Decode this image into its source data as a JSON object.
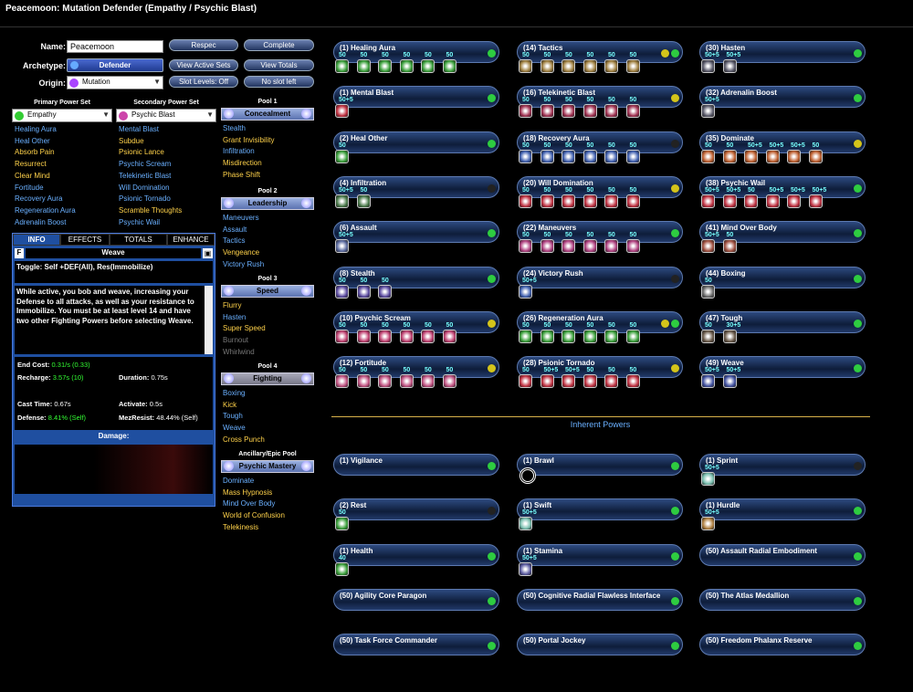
{
  "window": {
    "title": "Peacemoon: Mutation Defender (Empathy / Psychic Blast)"
  },
  "form": {
    "name_label": "Name:",
    "name_value": "Peacemoon",
    "archetype_label": "Archetype:",
    "archetype_value": "Defender",
    "origin_label": "Origin:",
    "origin_value": "Mutation",
    "respec": "Respec",
    "complete": "Complete",
    "view_active_sets": "View Active Sets",
    "view_totals": "View Totals",
    "slot_levels": "Slot Levels: Off",
    "no_slot_left": "No slot left"
  },
  "primary": {
    "header": "Primary Power Set",
    "selected": "Empathy",
    "powers": [
      {
        "name": "Healing Aura",
        "color": "#6ab0ff"
      },
      {
        "name": "Heal Other",
        "color": "#6ab0ff"
      },
      {
        "name": "Absorb Pain",
        "color": "#ffd24a"
      },
      {
        "name": "Resurrect",
        "color": "#ffd24a"
      },
      {
        "name": "Clear Mind",
        "color": "#ffd24a"
      },
      {
        "name": "Fortitude",
        "color": "#6ab0ff"
      },
      {
        "name": "Recovery Aura",
        "color": "#6ab0ff"
      },
      {
        "name": "Regeneration Aura",
        "color": "#6ab0ff"
      },
      {
        "name": "Adrenalin Boost",
        "color": "#6ab0ff"
      }
    ]
  },
  "secondary": {
    "header": "Secondary Power Set",
    "selected": "Psychic Blast",
    "powers": [
      {
        "name": "Mental Blast",
        "color": "#6ab0ff"
      },
      {
        "name": "Subdue",
        "color": "#ffd24a"
      },
      {
        "name": "Psionic Lance",
        "color": "#ffd24a"
      },
      {
        "name": "Psychic Scream",
        "color": "#6ab0ff"
      },
      {
        "name": "Telekinetic Blast",
        "color": "#6ab0ff"
      },
      {
        "name": "Will Domination",
        "color": "#6ab0ff"
      },
      {
        "name": "Psionic Tornado",
        "color": "#6ab0ff"
      },
      {
        "name": "Scramble Thoughts",
        "color": "#ffd24a"
      },
      {
        "name": "Psychic Wail",
        "color": "#6ab0ff"
      }
    ]
  },
  "pools": [
    {
      "title": "Pool 1",
      "name": "Concealment",
      "powers": [
        {
          "name": "Stealth",
          "color": "#6ab0ff"
        },
        {
          "name": "Grant Invisibility",
          "color": "#ffd24a"
        },
        {
          "name": "Infiltration",
          "color": "#6ab0ff"
        },
        {
          "name": "Misdirection",
          "color": "#ffd24a"
        },
        {
          "name": "Phase Shift",
          "color": "#ffd24a"
        }
      ]
    },
    {
      "title": "Pool 2",
      "name": "Leadership",
      "powers": [
        {
          "name": "Maneuvers",
          "color": "#6ab0ff"
        },
        {
          "name": "Assault",
          "color": "#6ab0ff"
        },
        {
          "name": "Tactics",
          "color": "#6ab0ff"
        },
        {
          "name": "Vengeance",
          "color": "#ffd24a"
        },
        {
          "name": "Victory Rush",
          "color": "#6ab0ff"
        }
      ]
    },
    {
      "title": "Pool 3",
      "name": "Speed",
      "powers": [
        {
          "name": "Flurry",
          "color": "#ffd24a"
        },
        {
          "name": "Hasten",
          "color": "#6ab0ff"
        },
        {
          "name": "Super Speed",
          "color": "#ffd24a"
        },
        {
          "name": "Burnout",
          "color": "#777777"
        },
        {
          "name": "Whirlwind",
          "color": "#777777"
        }
      ]
    },
    {
      "title": "Pool 4",
      "name": "Fighting",
      "powers": [
        {
          "name": "Boxing",
          "color": "#6ab0ff"
        },
        {
          "name": "Kick",
          "color": "#ffd24a"
        },
        {
          "name": "Tough",
          "color": "#6ab0ff"
        },
        {
          "name": "Weave",
          "color": "#6ab0ff"
        },
        {
          "name": "Cross Punch",
          "color": "#ffd24a"
        }
      ]
    },
    {
      "title": "Ancillary/Epic Pool",
      "name": "Psychic Mastery",
      "powers": [
        {
          "name": "Dominate",
          "color": "#6ab0ff"
        },
        {
          "name": "Mass Hypnosis",
          "color": "#ffd24a"
        },
        {
          "name": "Mind Over Body",
          "color": "#6ab0ff"
        },
        {
          "name": "World of Confusion",
          "color": "#ffd24a"
        },
        {
          "name": "Telekinesis",
          "color": "#ffd24a"
        }
      ]
    }
  ],
  "info": {
    "tabs": [
      "INFO",
      "EFFECTS",
      "TOTALS",
      "ENHANCE"
    ],
    "f_label": "F",
    "power_name": "Weave",
    "short_desc": "Toggle: Self +DEF(All), Res(Immobilize)",
    "long_desc": "While active, you bob and weave, increasing your Defense to all attacks, as well as your resistance to Immobilize. You must be at least level 14 and have two other Fighting Powers before selecting Weave.",
    "stats": {
      "end_cost_label": "End Cost:",
      "end_cost": "0.31/s (0.33)",
      "recharge_label": "Recharge:",
      "recharge": "3.57s (10)",
      "duration_label": "Duration:",
      "duration": "0.75s",
      "cast_label": "Cast Time:",
      "cast": "0.67s",
      "activate_label": "Activate:",
      "activate": "0.5s",
      "defense_label": "Defense:",
      "defense": "8.41% (Self)",
      "mez_label": "MezResist:",
      "mez": "48.44% (Self)"
    },
    "damage_label": "Damage:"
  },
  "inherent_title": "Inherent Powers",
  "slots": [
    {
      "label": "(1) Healing Aura",
      "enh": [
        "50",
        "50",
        "50",
        "50",
        "50",
        "50"
      ],
      "color": "#3aa03a",
      "led": "#2ecc40"
    },
    {
      "label": "(1) Mental Blast",
      "enh": [
        "50+5"
      ],
      "color": "#c03040",
      "led": "#2ecc40"
    },
    {
      "label": "(2) Heal Other",
      "enh": [
        "50"
      ],
      "color": "#3aa03a",
      "led": "#2ecc40"
    },
    {
      "label": "(4) Infiltration",
      "enh": [
        "50+5",
        "50"
      ],
      "color": "#4a7a4a",
      "led": "#222222"
    },
    {
      "label": "(6) Assault",
      "enh": [
        "50+5"
      ],
      "color": "#5a6aa0",
      "led": "#2ecc40"
    },
    {
      "label": "(8) Stealth",
      "enh": [
        "50",
        "50",
        "50"
      ],
      "color": "#5a4aa0",
      "led": "#2ecc40"
    },
    {
      "label": "(10) Psychic Scream",
      "enh": [
        "50",
        "50",
        "50",
        "50",
        "50",
        "50"
      ],
      "color": "#c04070",
      "led": "#d4c41a"
    },
    {
      "label": "(12) Fortitude",
      "enh": [
        "50",
        "50",
        "50",
        "50",
        "50",
        "50"
      ],
      "color": "#c05080",
      "led": "#d4c41a"
    },
    {
      "label": "(14) Tactics",
      "enh": [
        "50",
        "50",
        "50",
        "50",
        "50",
        "50"
      ],
      "color": "#a08040",
      "led": "#2ecc40",
      "led2": "#d4c41a"
    },
    {
      "label": "(16) Telekinetic Blast",
      "enh": [
        "50",
        "50",
        "50",
        "50",
        "50",
        "50"
      ],
      "color": "#a03050",
      "led": "#d4c41a"
    },
    {
      "label": "(18) Recovery Aura",
      "enh": [
        "50",
        "50",
        "50",
        "50",
        "50",
        "50"
      ],
      "color": "#4060b0",
      "led": "#222222"
    },
    {
      "label": "(20) Will Domination",
      "enh": [
        "50",
        "50",
        "50",
        "50",
        "50",
        "50"
      ],
      "color": "#c03040",
      "led": "#d4c41a"
    },
    {
      "label": "(22) Maneuvers",
      "enh": [
        "50",
        "50",
        "50",
        "50",
        "50",
        "50"
      ],
      "color": "#b04080",
      "led": "#2ecc40"
    },
    {
      "label": "(24) Victory Rush",
      "enh": [
        "50+5"
      ],
      "color": "#4060b0",
      "led": "#222222"
    },
    {
      "label": "(26) Regeneration Aura",
      "enh": [
        "50",
        "50",
        "50",
        "50",
        "50",
        "50"
      ],
      "color": "#3aa03a",
      "led": "#2ecc40",
      "led2": "#d4c41a"
    },
    {
      "label": "(28) Psionic Tornado",
      "enh": [
        "50",
        "50+5",
        "50+5",
        "50",
        "50",
        "50"
      ],
      "color": "#c03040",
      "led": "#d4c41a"
    },
    {
      "label": "(30) Hasten",
      "enh": [
        "50+5",
        "50+5"
      ],
      "color": "#5a5a6a",
      "led": "#2ecc40"
    },
    {
      "label": "(32) Adrenalin Boost",
      "enh": [
        "50+5"
      ],
      "color": "#5a5a6a",
      "led": "#2ecc40"
    },
    {
      "label": "(35) Dominate",
      "enh": [
        "50",
        "50",
        "50+5",
        "50+5",
        "50+5",
        "50"
      ],
      "color": "#c06030",
      "led": "#d4c41a"
    },
    {
      "label": "(38) Psychic Wail",
      "enh": [
        "50+5",
        "50+5",
        "50",
        "50+5",
        "50+5",
        "50+5"
      ],
      "color": "#c03040",
      "led": "#2ecc40"
    },
    {
      "label": "(41) Mind Over Body",
      "enh": [
        "50+5",
        "50"
      ],
      "color": "#a05040",
      "led": "#2ecc40"
    },
    {
      "label": "(44) Boxing",
      "enh": [
        "50"
      ],
      "color": "#6a6a6a",
      "led": "#2ecc40"
    },
    {
      "label": "(47) Tough",
      "enh": [
        "50",
        "30+5"
      ],
      "color": "#6a5a4a",
      "led": "#2ecc40"
    },
    {
      "label": "(49) Weave",
      "enh": [
        "50+5",
        "50+5"
      ],
      "color": "#4050a0",
      "led": "#2ecc40"
    },
    {
      "label": "(1) Vigilance",
      "enh": [],
      "color": "#3aa03a",
      "led": "#2ecc40"
    },
    {
      "label": "(2) Rest",
      "enh": [
        "50"
      ],
      "color": "#3aa03a",
      "led": "#222222"
    },
    {
      "label": "(1) Health",
      "enh": [
        "40"
      ],
      "color": "#3aa03a",
      "led": "#2ecc40"
    },
    {
      "label": "(50) Agility Core Paragon",
      "enh": [],
      "color": "#3aa03a",
      "led": "#2ecc40"
    },
    {
      "label": "(50) Task Force Commander",
      "enh": [],
      "color": "#3aa03a",
      "led": "#2ecc40"
    },
    {
      "label": "(1) Brawl",
      "enh": [],
      "color": "#000000",
      "led": "#2ecc40"
    },
    {
      "label": "(1) Swift",
      "enh": [
        "50+5"
      ],
      "color": "#7ac0b0",
      "led": "#2ecc40"
    },
    {
      "label": "(1) Stamina",
      "enh": [
        "50+5"
      ],
      "color": "#5a5aa0",
      "led": "#2ecc40"
    },
    {
      "label": "(50) Cognitive Radial Flawless Interface",
      "enh": [],
      "color": "#3aa03a",
      "led": "#2ecc40"
    },
    {
      "label": "(50) Portal Jockey",
      "enh": [],
      "color": "#3aa03a",
      "led": "#2ecc40"
    },
    {
      "label": "(1) Sprint",
      "enh": [
        "50+5"
      ],
      "color": "#7ac0b0",
      "led": "#222222"
    },
    {
      "label": "(1) Hurdle",
      "enh": [
        "50+5"
      ],
      "color": "#b08040",
      "led": "#2ecc40"
    },
    {
      "label": "(50) Assault Radial Embodiment",
      "enh": [],
      "color": "#3aa03a",
      "led": "#2ecc40"
    },
    {
      "label": "(50) The Atlas Medallion",
      "enh": [],
      "color": "#3aa03a",
      "led": "#2ecc40"
    },
    {
      "label": "(50) Freedom Phalanx Reserve",
      "enh": [],
      "color": "#3aa03a",
      "led": "#2ecc40"
    }
  ]
}
